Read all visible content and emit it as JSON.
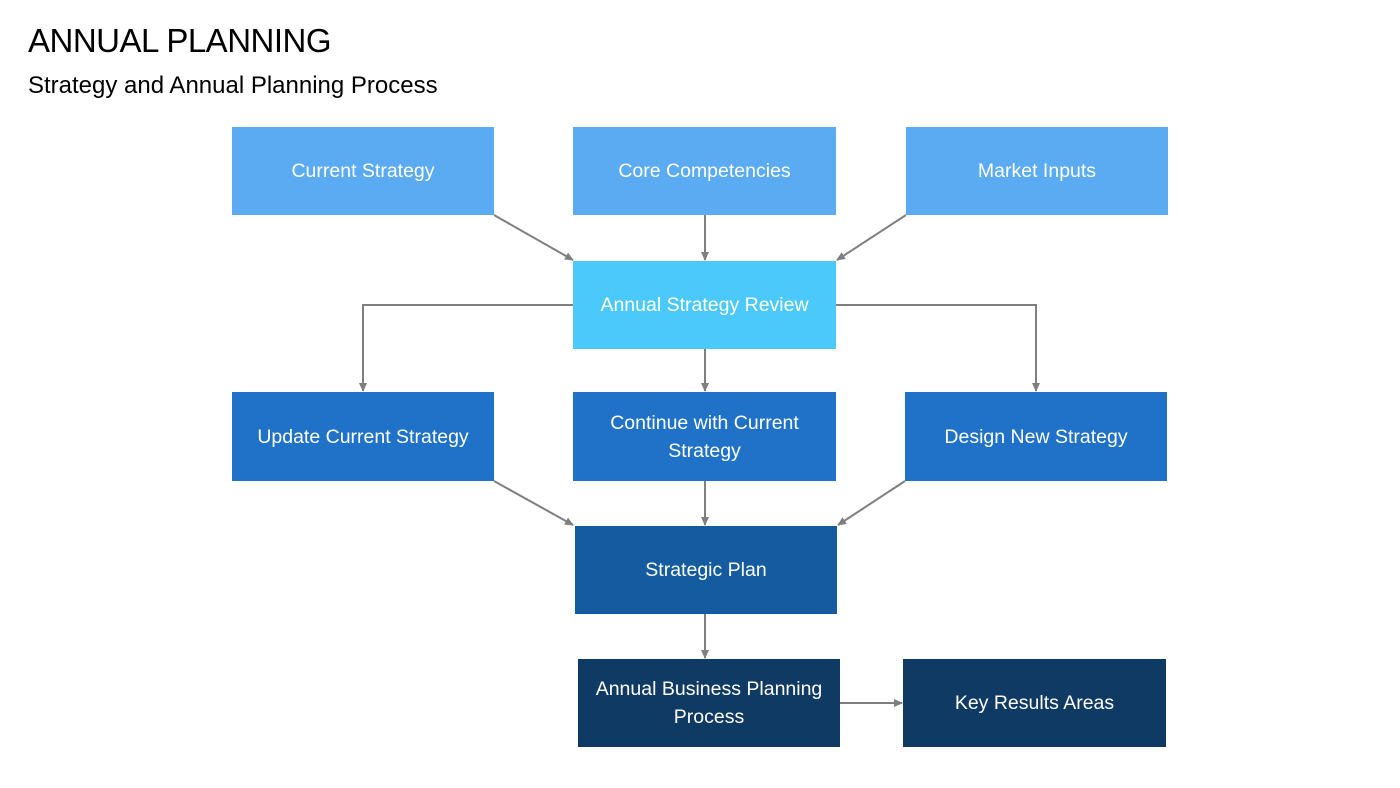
{
  "header": {
    "title": "ANNUAL PLANNING",
    "subtitle": "Strategy and Annual Planning Process"
  },
  "colors": {
    "inputs": "#5aabf2",
    "review": "#4cc9fb",
    "options": "#1f72c8",
    "plan": "#155b9f",
    "execution": "#0f3a63",
    "connector": "#7f7f7f"
  },
  "nodes": {
    "current_strategy": "Current Strategy",
    "core_competencies": "Core Competencies",
    "market_inputs": "Market Inputs",
    "annual_strategy_review": "Annual Strategy Review",
    "update_current_strategy": "Update Current Strategy",
    "continue_with_current_strategy": "Continue with Current Strategy",
    "design_new_strategy": "Design New Strategy",
    "strategic_plan": "Strategic Plan",
    "annual_business_planning_process": "Annual Business Planning Process",
    "key_results_areas": "Key Results Areas"
  },
  "edges": [
    {
      "from": "current_strategy",
      "to": "annual_strategy_review"
    },
    {
      "from": "core_competencies",
      "to": "annual_strategy_review"
    },
    {
      "from": "market_inputs",
      "to": "annual_strategy_review"
    },
    {
      "from": "annual_strategy_review",
      "to": "update_current_strategy"
    },
    {
      "from": "annual_strategy_review",
      "to": "continue_with_current_strategy"
    },
    {
      "from": "annual_strategy_review",
      "to": "design_new_strategy"
    },
    {
      "from": "update_current_strategy",
      "to": "strategic_plan"
    },
    {
      "from": "continue_with_current_strategy",
      "to": "strategic_plan"
    },
    {
      "from": "design_new_strategy",
      "to": "strategic_plan"
    },
    {
      "from": "strategic_plan",
      "to": "annual_business_planning_process"
    },
    {
      "from": "annual_business_planning_process",
      "to": "key_results_areas"
    }
  ]
}
